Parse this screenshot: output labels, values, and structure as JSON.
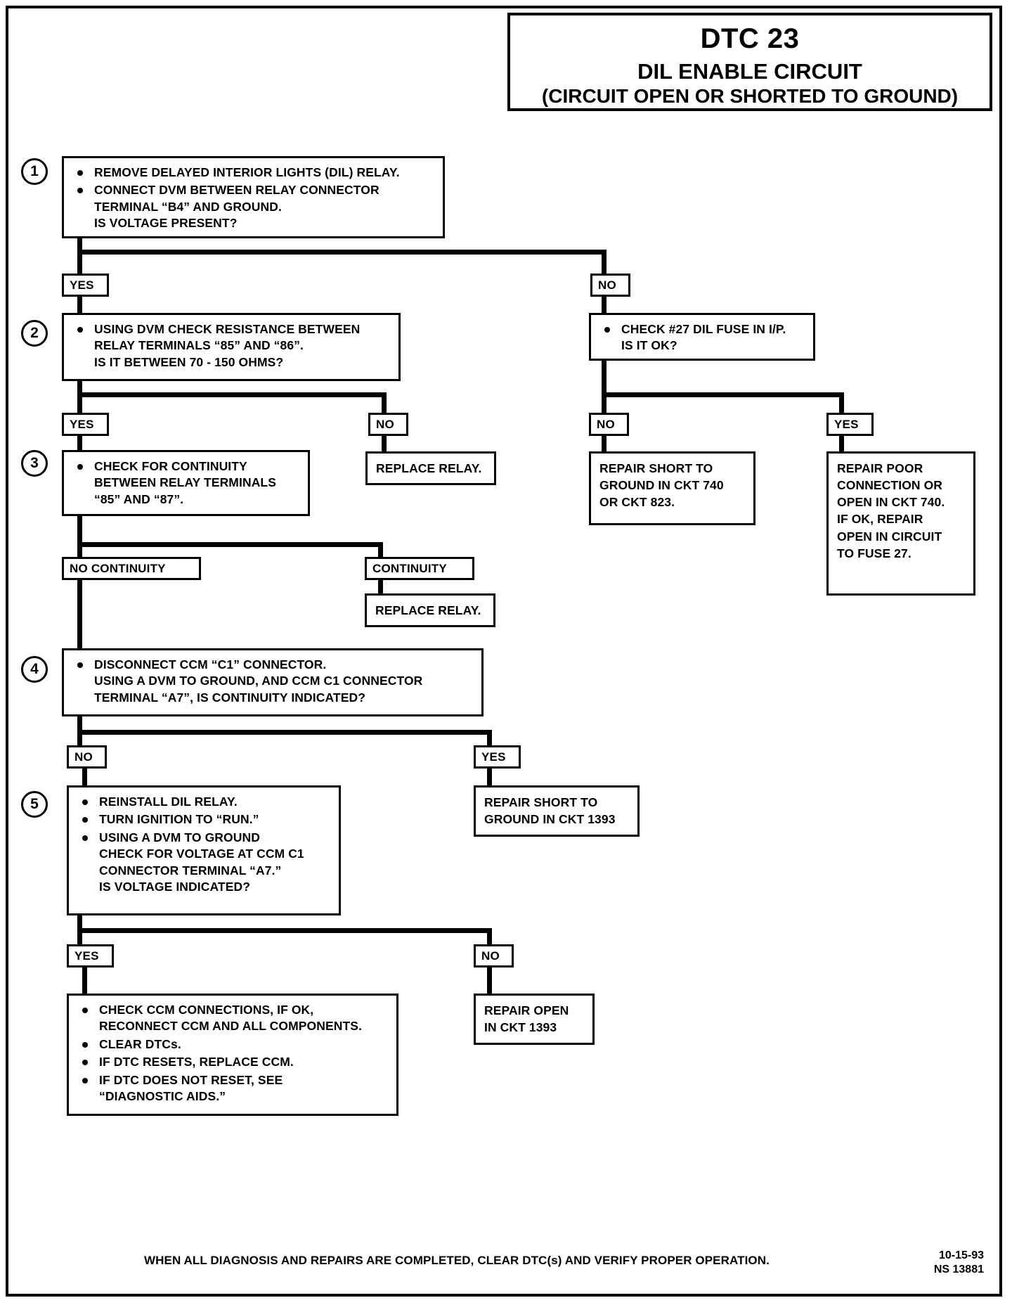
{
  "header": {
    "code": "DTC 23",
    "circuit_name": "DIL ENABLE CIRCUIT",
    "condition": "(CIRCUIT OPEN OR SHORTED TO GROUND)"
  },
  "steps": {
    "s1": {
      "number": "1",
      "items": [
        "REMOVE DELAYED INTERIOR LIGHTS (DIL) RELAY.",
        "CONNECT DVM BETWEEN RELAY CONNECTOR\nTERMINAL “B4” AND GROUND.\nIS VOLTAGE PRESENT?"
      ]
    },
    "s2": {
      "number": "2",
      "items": [
        "USING DVM CHECK RESISTANCE BETWEEN\nRELAY TERMINALS “85” AND “86”.\nIS IT BETWEEN 70 - 150 OHMS?"
      ]
    },
    "s3": {
      "number": "3",
      "items": [
        "CHECK FOR CONTINUITY\nBETWEEN RELAY TERMINALS\n“85” AND “87”."
      ]
    },
    "s4": {
      "number": "4",
      "items": [
        "DISCONNECT CCM “C1” CONNECTOR.\nUSING A DVM TO GROUND, AND CCM C1 CONNECTOR\nTERMINAL “A7”, IS CONTINUITY INDICATED?"
      ]
    },
    "s5": {
      "number": "5",
      "items": [
        "REINSTALL DIL RELAY.",
        "TURN IGNITION TO “RUN.”",
        "USING A DVM TO GROUND\nCHECK FOR VOLTAGE AT CCM C1\nCONNECTOR TERMINAL “A7.”\nIS VOLTAGE INDICATED?"
      ]
    }
  },
  "branch_labels": {
    "b1_yes": "YES",
    "b1_no": "NO",
    "b2_yes": "YES",
    "b2_no": "NO",
    "fuse_no": "NO",
    "fuse_yes": "YES",
    "b3_no_continuity": "NO CONTINUITY",
    "b3_continuity": "CONTINUITY",
    "b4_no": "NO",
    "b4_yes": "YES",
    "b5_yes": "YES",
    "b5_no": "NO"
  },
  "actions": {
    "fuse_check": "CHECK #27 DIL FUSE  IN I/P.\nIS IT OK?",
    "replace_relay_1": "REPLACE RELAY.",
    "replace_relay_2": "REPLACE RELAY.",
    "repair_short_740": "REPAIR SHORT TO\nGROUND IN CKT 740\nOR CKT 823.",
    "repair_poor_conn": "REPAIR POOR\nCONNECTION OR\nOPEN IN CKT 740.\nIF OK, REPAIR\nOPEN IN CIRCUIT\nTO FUSE 27.",
    "repair_short_1393": "REPAIR SHORT TO\nGROUND IN CKT 1393",
    "repair_open_1393": "REPAIR OPEN\nIN CKT 1393",
    "final_items": [
      "CHECK CCM CONNECTIONS, IF OK,\nRECONNECT CCM AND ALL COMPONENTS.",
      "CLEAR DTCs.",
      "IF DTC RESETS, REPLACE CCM.",
      "IF DTC DOES NOT RESET, SEE\n“DIAGNOSTIC AIDS.”"
    ]
  },
  "footer": {
    "note": "WHEN ALL DIAGNOSIS AND REPAIRS ARE COMPLETED, CLEAR DTC(s) AND VERIFY PROPER OPERATION.",
    "code": "10-15-93\nNS 13881"
  }
}
